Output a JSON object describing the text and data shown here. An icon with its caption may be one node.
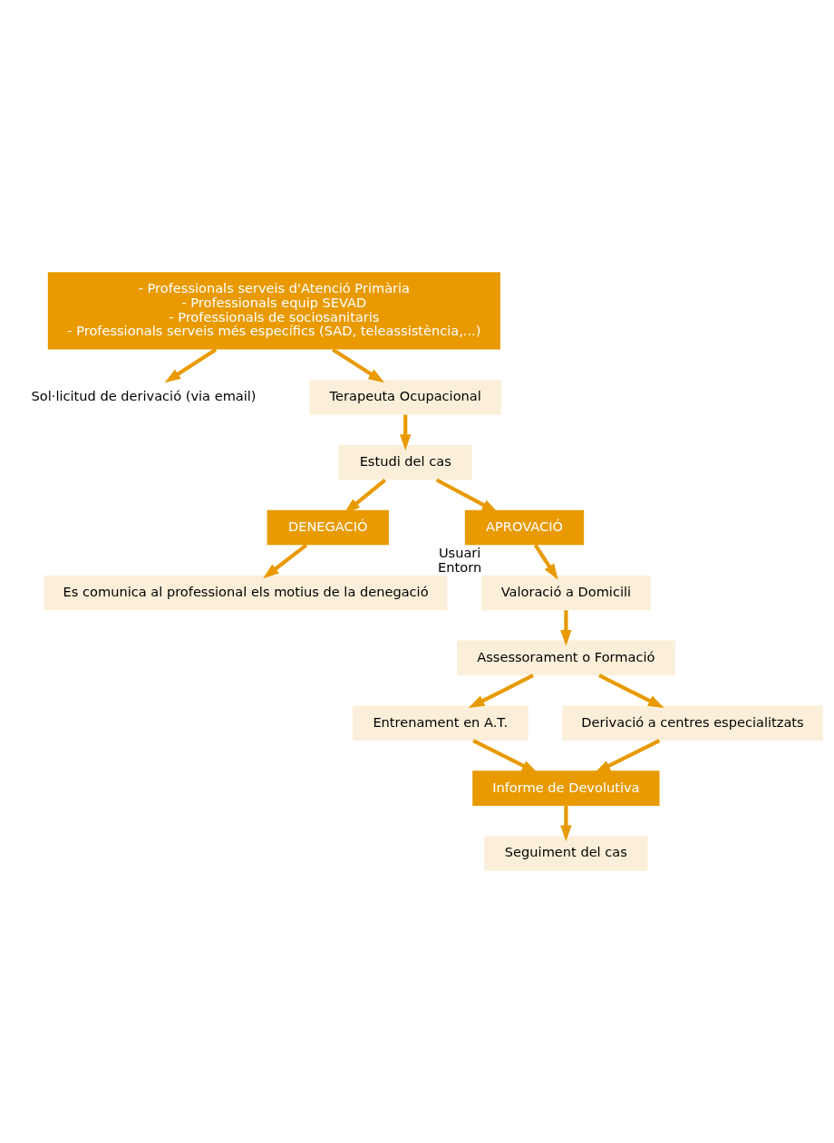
{
  "diagram": {
    "nodes": [
      {
        "text": [
          "- Professionals serveis d'Atenció Primària",
          "- Professionals equip SEVAD",
          "- Professionals de sociosanitaris",
          "- Professionals serveis més específics (SAD, teleassistència,...)"
        ]
      },
      {
        "text": [
          "Sol·licitud de derivació (via email)"
        ]
      },
      {
        "text": [
          "Terapeuta Ocupacional"
        ]
      },
      {
        "text": [
          "Estudi del cas"
        ]
      },
      {
        "text": [
          "DENEGACIÓ"
        ]
      },
      {
        "text": [
          "APROVACIÓ"
        ]
      },
      {
        "text": [
          "Es comunica al professional els motius de la denegació"
        ]
      },
      {
        "text": [
          "Valoració a Domicili"
        ],
        "beside": [
          "Usuari",
          "Entorn"
        ]
      },
      {
        "text": [
          "Assessorament o Formació"
        ]
      },
      {
        "text": [
          "Entrenament en A.T."
        ]
      },
      {
        "text": [
          "Derivació a centres especialitzats"
        ]
      },
      {
        "text": [
          "Informe de Devolutiva"
        ]
      },
      {
        "text": [
          "Seguiment del cas"
        ]
      }
    ],
    "edges": [
      {
        "from": 0,
        "to": 2,
        "arrow": "to"
      },
      {
        "from": 0,
        "to": 1,
        "arrow": "to"
      },
      {
        "from": 2,
        "to": 3,
        "arrow": "to"
      },
      {
        "from": 3,
        "to": 4,
        "arrow": "to"
      },
      {
        "from": 3,
        "to": 5,
        "arrow": "to"
      },
      {
        "from": 4,
        "to": 6,
        "arrow": "to"
      },
      {
        "from": 5,
        "to": 7,
        "arrow": "to"
      },
      {
        "from": 7,
        "to": 8,
        "arrow": "to"
      },
      {
        "from": 8,
        "to": 9,
        "arrow": "to"
      },
      {
        "from": 8,
        "to": 10,
        "arrow": "to"
      },
      {
        "from": 9,
        "to": 11,
        "arrow": "to"
      },
      {
        "from": 10,
        "to": 11,
        "arrow": "to"
      },
      {
        "from": 11,
        "to": 12,
        "arrow": "to"
      }
    ]
  }
}
